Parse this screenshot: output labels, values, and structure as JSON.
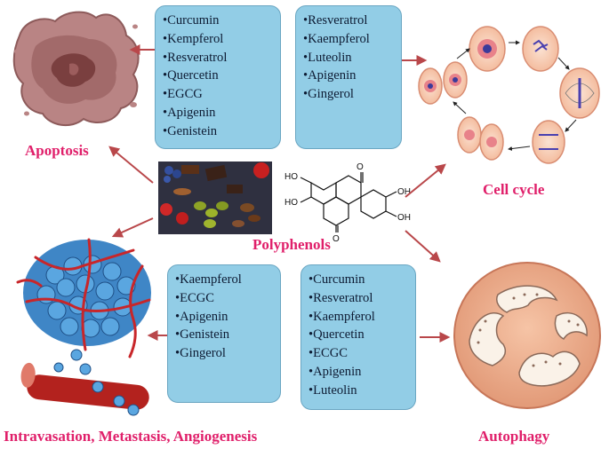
{
  "labels": {
    "apoptosis": "Apoptosis",
    "cell_cycle": "Cell cycle",
    "polyphenols": "Polyphenols",
    "autophagy": "Autophagy",
    "metastasis": "Intravasation, Metastasis, Angiogenesis"
  },
  "boxes": {
    "apoptosis": [
      "•Curcumin",
      "•Kempferol",
      "•Resveratrol",
      "•Quercetin",
      "•EGCG",
      "•Apigenin",
      "•Genistein"
    ],
    "cell_cycle": [
      "•Resveratrol",
      "•Kaempferol",
      "•Luteolin",
      "•Apigenin",
      "•Gingerol"
    ],
    "metastasis": [
      "•Kaempferol",
      "•ECGC",
      "•Apigenin",
      "•Genistein",
      "•Gingerol"
    ],
    "autophagy": [
      "•Curcumin",
      "•Resveratrol",
      "•Kaempferol",
      "•Quercetin",
      "•ECGC",
      "•Apigenin",
      "•Luteolin"
    ]
  },
  "molecule_labels": [
    "O",
    "O",
    "HO",
    "HO",
    "OH",
    "OH"
  ],
  "colors": {
    "box_fill": "#92cde6",
    "label_pink": "#e01f6a",
    "arrow": "#b9474a"
  }
}
